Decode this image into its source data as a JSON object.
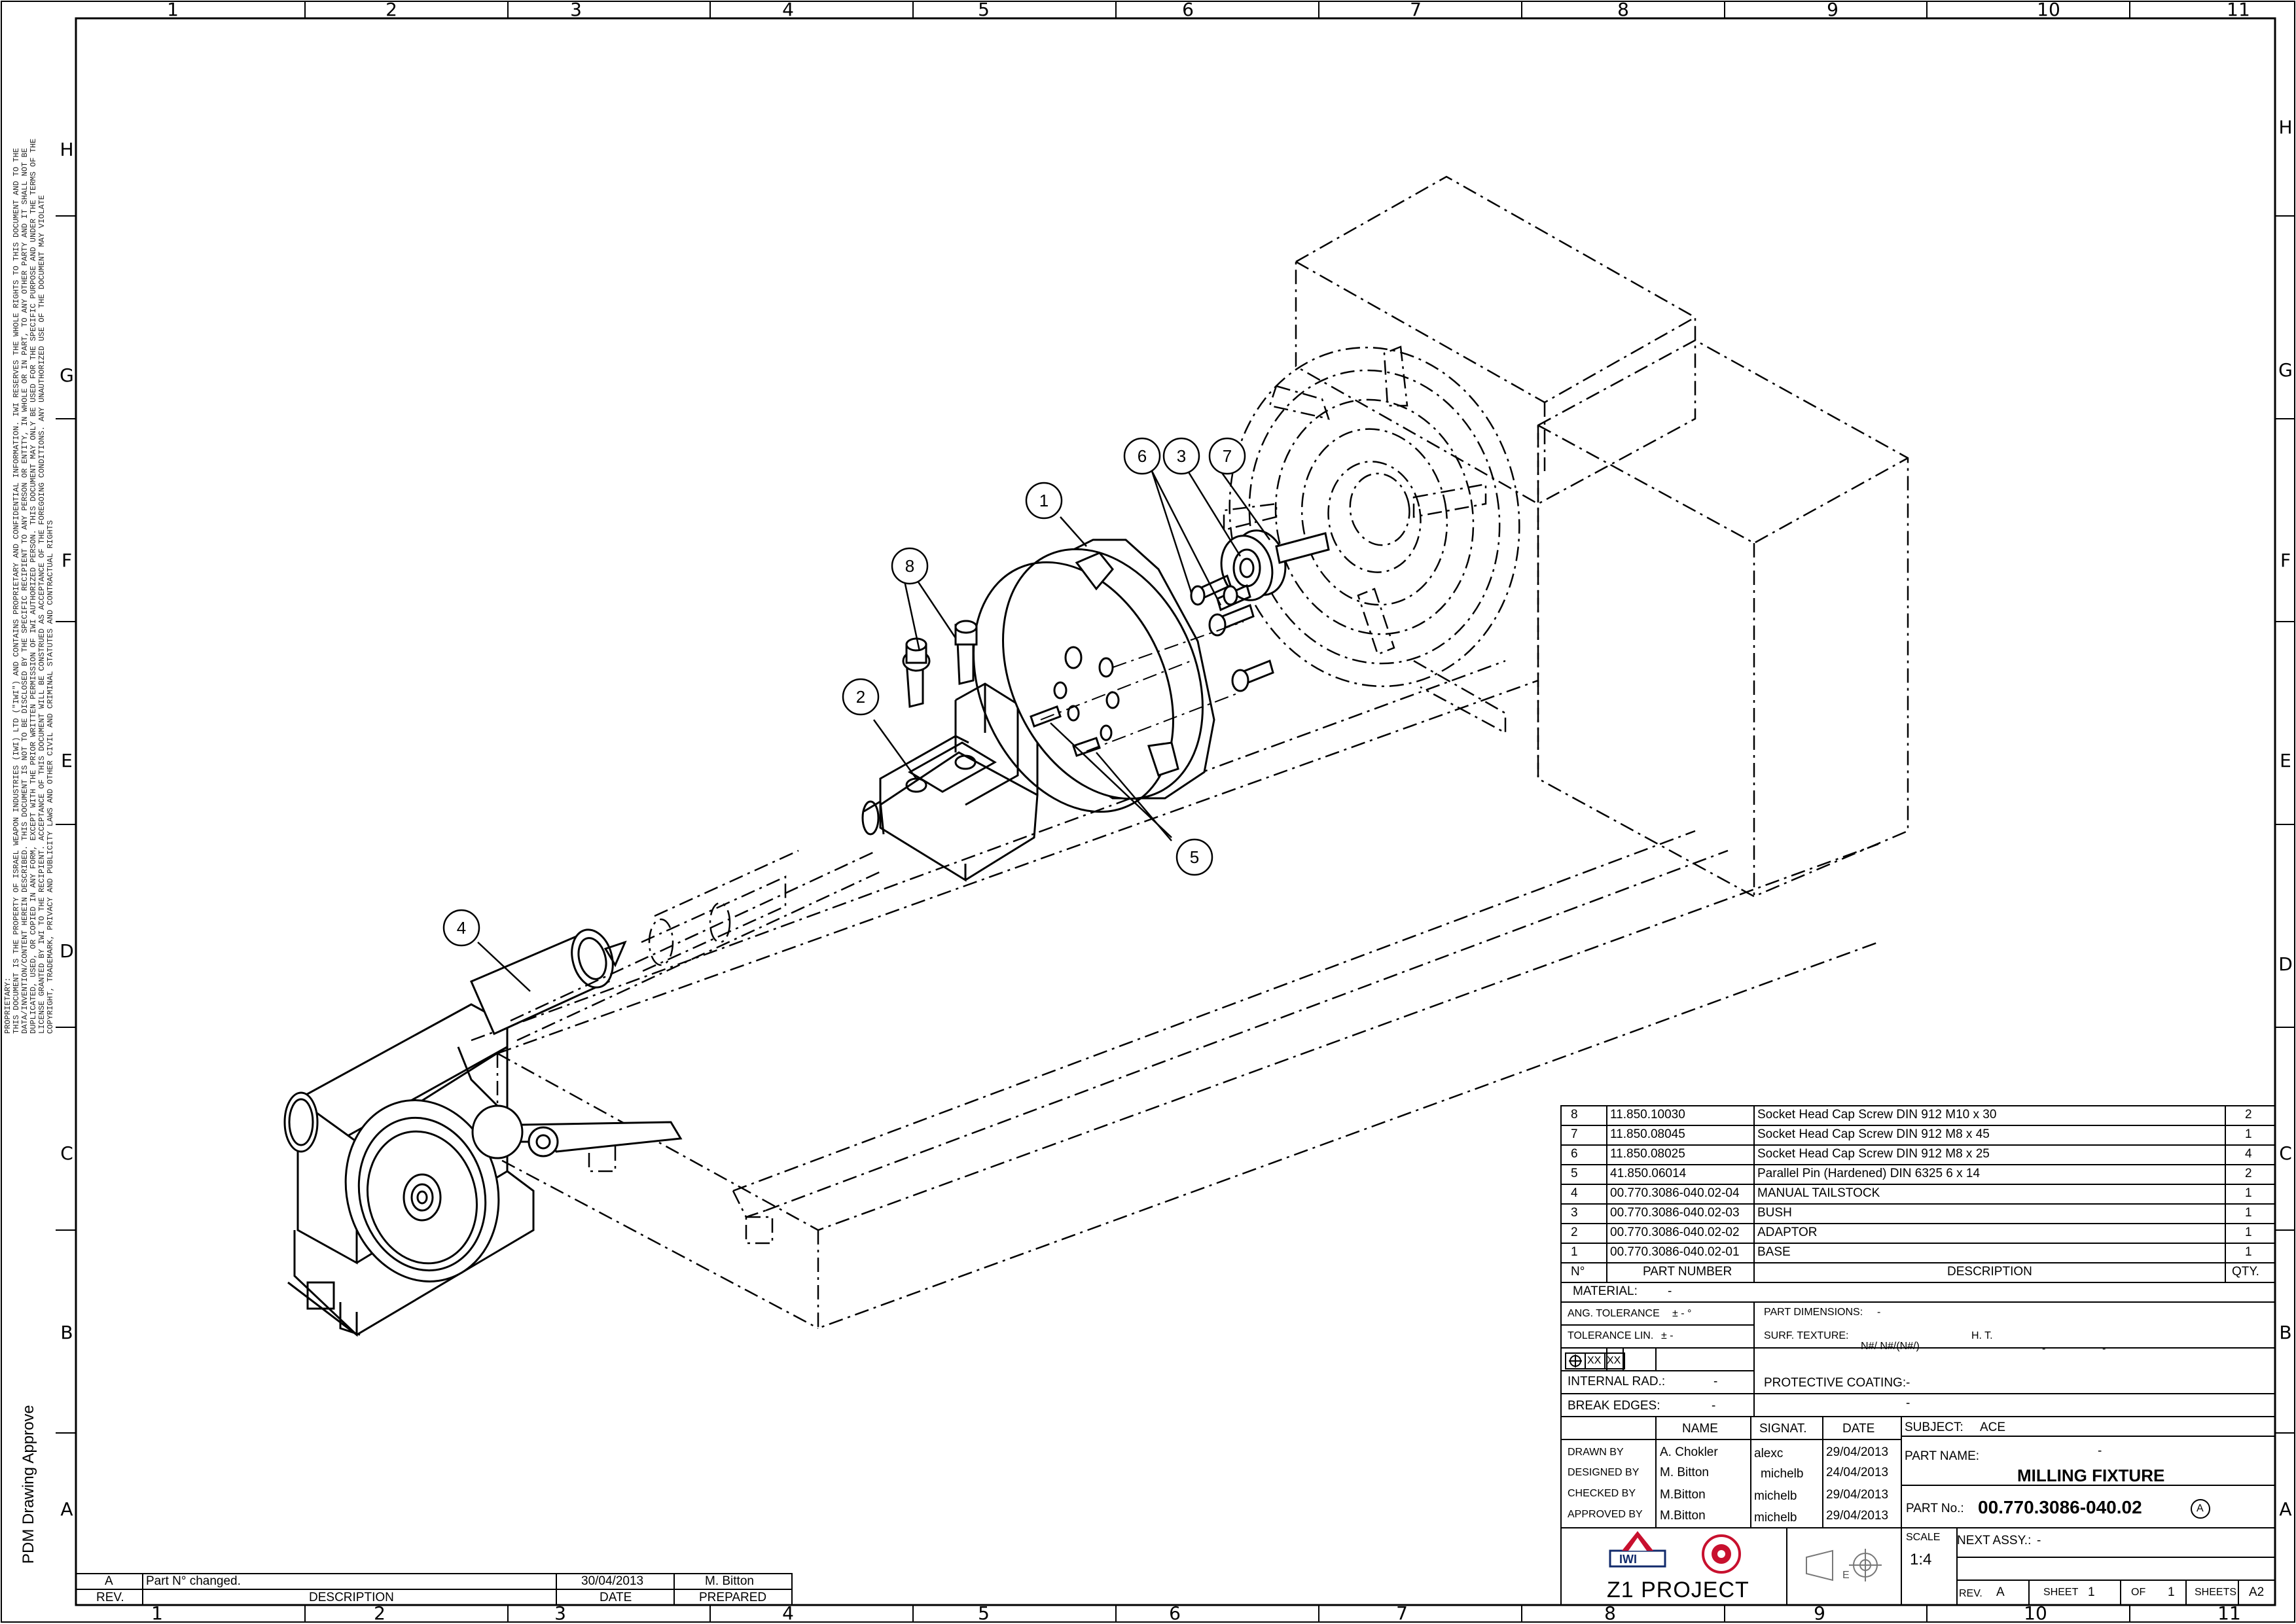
{
  "sheet": {
    "columns": [
      "1",
      "2",
      "3",
      "4",
      "5",
      "6",
      "7",
      "8",
      "9",
      "10",
      "11"
    ],
    "rows": [
      "H",
      "G",
      "F",
      "E",
      "D",
      "C",
      "B",
      "A"
    ]
  },
  "proprietary": {
    "lines": [
      "PROPRIETARY:",
      "THIS DOCUMENT IS THE PROPERTY OF ISRAEL WEAPON INDUSTRIES (IWI) LTD (\"IWI\") AND CONTAINS PROPRIETARY AND CONFIDENTIAL INFORMATION. IWI RESERVES THE WHOLE RIGHTS TO THIS DOCUMENT AND TO THE",
      "DATA/INVENTION/CONTENT HEREIN DESCRIBED. THIS DOCUMENT IS NOT TO BE DISCLOSED BY THE SPECIFIC RECIPIENT TO ANY PERSON OR ENTITY, IN WHOLE OR IN PART, TO ANY OTHER PARTY AND IT SHALL NOT BE",
      "DUPLICATED, USED, OR COPIED IN ANY FORM, EXCEPT WITH THE PRIOR WRITTEN PERMISSION OF IWI AUTHORIZED PERSON.   THIS DOCUMENT MAY ONLY BE USED FOR THE SPECIFIC PURPOSE AND UNDER THE TERMS OF THE",
      "LICENSE GRANTED BY IWI TO THE RECIPIENT.  ACCEPTANCE OF THIS DOCUMENT WILL BE CONSTRUED AS ACCEPTANCE OF THE FOREGOING CONDITIONS. ANY UNAUTHORIZED USE OF THE DOCUMENT MAY VIOLATE",
      "COPYRIGHT, TRADEMARK, PRIVACY AND PUBLICITY LAWS AND OTHER CIVIL AND CRIMINAL STATUTES AND CONTRACTUAL RIGHTS"
    ],
    "pdm_label": "PDM Drawing Approve"
  },
  "balloons": [
    "1",
    "2",
    "3",
    "4",
    "5",
    "6",
    "7",
    "8"
  ],
  "bom": {
    "header": {
      "no": "N°",
      "part": "PART NUMBER",
      "desc": "DESCRIPTION",
      "qty": "QTY."
    },
    "rows": [
      {
        "no": "8",
        "part": "11.850.10030",
        "desc": "Socket Head Cap Screw DIN 912 M10 x 30",
        "qty": "2"
      },
      {
        "no": "7",
        "part": "11.850.08045",
        "desc": "Socket Head Cap Screw DIN 912 M8 x 45",
        "qty": "1"
      },
      {
        "no": "6",
        "part": "11.850.08025",
        "desc": "Socket Head Cap Screw DIN 912 M8 x 25",
        "qty": "4"
      },
      {
        "no": "5",
        "part": "41.850.06014",
        "desc": "Parallel Pin (Hardened) DIN 6325 6 x 14",
        "qty": "2"
      },
      {
        "no": "4",
        "part": "00.770.3086-040.02-04",
        "desc": "MANUAL TAILSTOCK",
        "qty": "1"
      },
      {
        "no": "3",
        "part": "00.770.3086-040.02-03",
        "desc": "BUSH",
        "qty": "1"
      },
      {
        "no": "2",
        "part": "00.770.3086-040.02-02",
        "desc": "ADAPTOR",
        "qty": "1"
      },
      {
        "no": "1",
        "part": "00.770.3086-040.02-01",
        "desc": "BASE",
        "qty": "1"
      }
    ]
  },
  "title_block": {
    "material_label": "MATERIAL:",
    "material_value": "-",
    "ang_tol_label": "ANG. TOLERANCE",
    "ang_tol_value": "± -  °",
    "part_dim_label": "PART DIMENSIONS:",
    "part_dim_value": "-",
    "tol_lin_label": "TOLERANCE LIN.",
    "tol_lin_value": "± -",
    "surf_label": "SURF. TEXTURE:",
    "surf_symbols": "N#/ N#/(N#/)",
    "ht_label": "H. T.",
    "ht_value1": "-",
    "ht_value2": "-",
    "gdt_xx1": "XX",
    "gdt_xx2": "XX",
    "internal_rad_label": "INTERNAL RAD.:",
    "internal_rad_value": "-",
    "protective_label": "PROTECTIVE COATING:",
    "protective_value1": "-",
    "protective_value2": "-",
    "break_edges_label": "BREAK EDGES:",
    "break_edges_value": "-",
    "col_name": "NAME",
    "col_signat": "SIGNAT.",
    "col_date": "DATE",
    "subject_label": "SUBJECT:",
    "subject_value": "ACE",
    "people": [
      {
        "role": "DRAWN BY",
        "name": "A. Chokler",
        "sign": "alexc",
        "date": "29/04/2013"
      },
      {
        "role": "DESIGNED BY",
        "name": "M. Bitton",
        "sign": "michelb",
        "date": "24/04/2013"
      },
      {
        "role": "CHECKED BY",
        "name": "M.Bitton",
        "sign": "michelb",
        "date": "29/04/2013"
      },
      {
        "role": "APPROVED BY",
        "name": "M.Bitton",
        "sign": "michelb",
        "date": "29/04/2013"
      }
    ],
    "part_name_label": "PART NAME:",
    "part_name_dash": "-",
    "part_name": "MILLING FIXTURE",
    "part_no_label": "PART No.:",
    "part_no": "00.770.3086-040.02",
    "part_no_rev": "A",
    "scale_label": "SCALE",
    "scale_value": "1:4",
    "next_assy_label": "NEXT ASSY.:",
    "next_assy_value": "-",
    "rev_label": "REV.",
    "rev_value": "A",
    "sheet_label": "SHEET",
    "sheet_value": "1",
    "of_label": "OF",
    "of_value": "1",
    "sheets_label": "SHEETS",
    "size_value": "A2",
    "project": "Z1 PROJECT",
    "logo_text": "IWI",
    "projection_e": "E"
  },
  "revision_block": {
    "row": {
      "rev": "A",
      "desc": "Part N° changed.",
      "date": "30/04/2013",
      "prepared": "M. Bitton"
    },
    "header": {
      "rev": "REV.",
      "desc": "DESCRIPTION",
      "date": "DATE",
      "prepared": "PREPARED"
    }
  }
}
